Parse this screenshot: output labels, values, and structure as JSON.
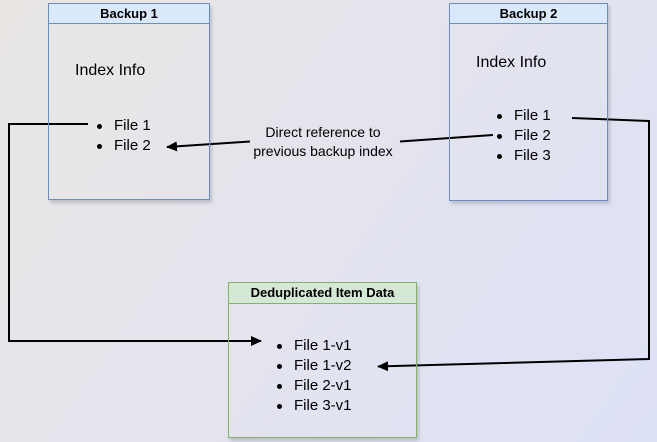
{
  "backup1": {
    "title": "Backup 1",
    "index_label": "Index Info",
    "files": [
      "File 1",
      "File 2"
    ]
  },
  "backup2": {
    "title": "Backup 2",
    "index_label": "Index Info",
    "files": [
      "File 1",
      "File 2",
      "File 3"
    ]
  },
  "dedup": {
    "title": "Deduplicated Item Data",
    "files": [
      "File 1-v1",
      "File 1-v2",
      "File 2-v1",
      "File 3-v1"
    ]
  },
  "annotation": {
    "line1": "Direct reference to",
    "line2": "previous backup index"
  },
  "colors": {
    "blue_fill": "#dae8fc",
    "blue_border": "#6c8ebf",
    "green_fill": "#d5e8d4",
    "green_border": "#82b366",
    "connector": "#000000",
    "canvas_gradient_start": "#e9e6e4",
    "canvas_gradient_end": "#dde1f6"
  }
}
